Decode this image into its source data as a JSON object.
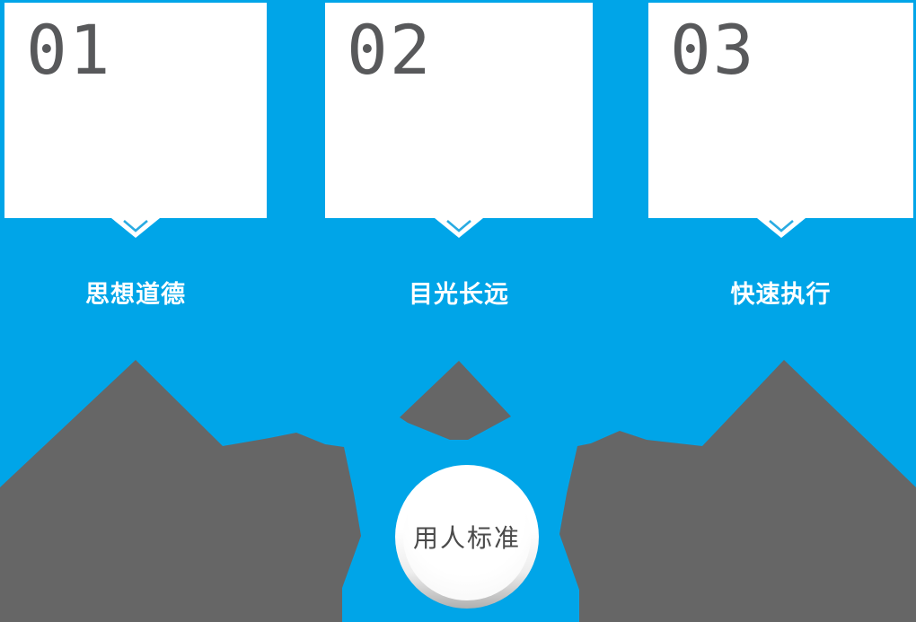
{
  "colors": {
    "bg-blue": "#00A5E8",
    "mountain-gray": "#666666",
    "card-bg": "#FFFFFF",
    "number-gray": "#58595B",
    "label-white": "#FFFFFF",
    "chevron-blue": "#29ABE2",
    "circle-text-gray": "#4A4A4A",
    "circle-rim-gray": "#B0B0B0"
  },
  "cards": [
    {
      "number": "01",
      "label": "思想道德"
    },
    {
      "number": "02",
      "label": "目光长远"
    },
    {
      "number": "03",
      "label": "快速执行"
    }
  ],
  "center": {
    "label": "用人标准"
  }
}
